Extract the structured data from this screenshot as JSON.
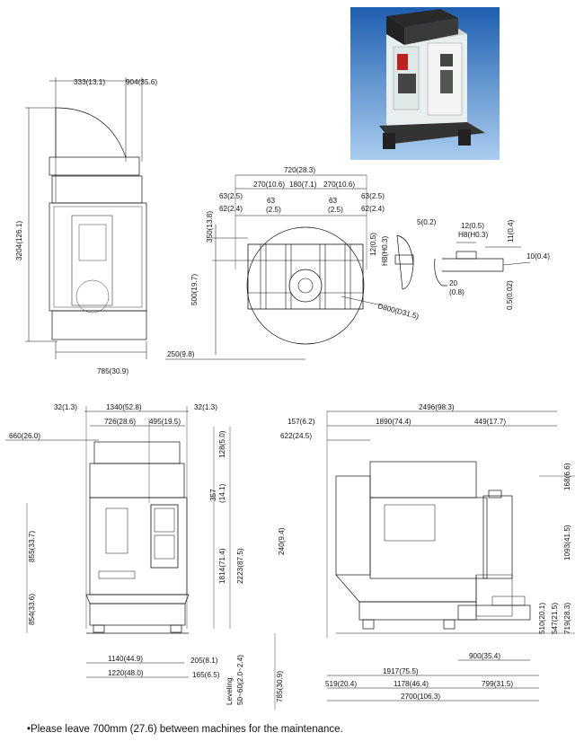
{
  "photo": {
    "alt": "machining center photo"
  },
  "top_view": {
    "d1": "333(13.1)",
    "d2": "904(35.6)",
    "h": "3204(126.1)",
    "w": "785(30.9)",
    "e": "250(9.8)"
  },
  "table_view": {
    "total": "720(28.3)",
    "slots": [
      "270(10.6)",
      "180(7.1)",
      "270(10.6)"
    ],
    "s63a": "63(2.5)",
    "s62a": "62(2.4)",
    "s63b": "63",
    "s25b": "(2.5)",
    "s63c": "63",
    "s25c": "(2.5)",
    "s63d": "63(2.5)",
    "s62d": "62(2.4)",
    "v350": "350(13.8)",
    "v500": "500(19.7)",
    "dia": "D800(D31.5)"
  },
  "slot_detail": {
    "a": "5(0.2)",
    "b": "12(0.5)",
    "c": "H8(H0.3)",
    "d": "12(0.5)",
    "e": "H8(H0.3)",
    "f": "11(0.4)",
    "g": "10(0.4)",
    "h": "20",
    "i": "(0.8)",
    "j": "0.5(0.02)"
  },
  "front_view": {
    "w1": "32(1.3)",
    "w2": "1340(52.8)",
    "w3": "32(1.3)",
    "w4": "726(28.6)",
    "w5": "495(19.5)",
    "w6": "660(26.0)",
    "h1": "128(5.0)",
    "h2": "357",
    "h2b": "(14.1)",
    "h3": "1814(71.4)",
    "h4": "2223(87.5)",
    "h5": "855(33.7)",
    "h6": "854(33.6)",
    "b1": "1140(44.9)",
    "b2": "205(8.1)",
    "b3": "1220(48.0)",
    "b4": "165(6.5)",
    "lev1": "Leveling",
    "lev2": "50~60(2.0~2.4)"
  },
  "side_view": {
    "t1": "2496(98.3)",
    "t2": "157(6.2)",
    "t3": "1890(74.4)",
    "t4": "449(17.7)",
    "t5": "622(24.5)",
    "r1": "168(6.6)",
    "r2": "1093(41.5)",
    "r3": "240(9.4)",
    "r4": "510(20.1)",
    "r5": "547(21.5)",
    "r6": "719(28.3)",
    "b1": "900(35.4)",
    "b2": "1917(75.5)",
    "b3": "519(20.4)",
    "b4": "1178(46.4)",
    "b5": "799(31.5)",
    "b6": "2700(106.3)",
    "b7": "785(30.9)"
  },
  "note": "•Please leave 700mm (27.6) between machines for the maintenance."
}
